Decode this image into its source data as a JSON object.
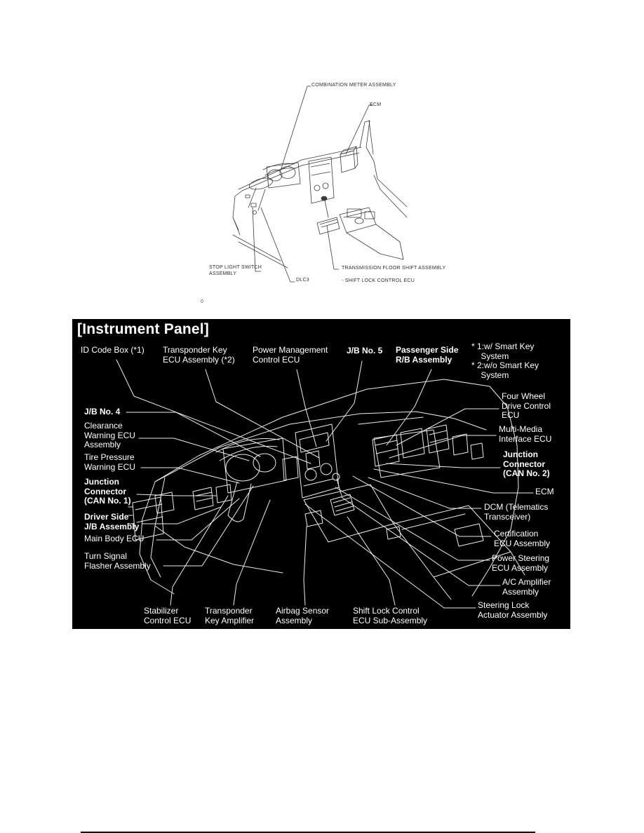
{
  "colors": {
    "page_bg": "#ffffff",
    "panel_bg": "#000000",
    "panel_text": "#ffffff",
    "top_line": "#3a3a3a",
    "panel_line": "#ededed"
  },
  "top_diagram": {
    "labels": {
      "combination_meter": "COMBINATION METER ASSEMBLY",
      "ecm": "ECM",
      "stop_light_switch": "STOP LIGHT SWITCH\nASSEMBLY",
      "dlc3": "DLC3",
      "transmission_floor_shift": "TRANSMISSION FLOOR SHIFT ASSEMBLY",
      "shift_lock_control": "- SHIFT LOCK CONTROL ECU"
    },
    "page_mark": "0"
  },
  "panel": {
    "title": "[Instrument Panel]",
    "labels": {
      "id_code_box": "ID Code Box (*1)",
      "transponder_key_ecu": "Transponder Key\nECU Assembly (*2)",
      "power_management": "Power Management\nControl ECU",
      "jb_no5": "J/B No. 5",
      "passenger_side_rb": "Passenger Side\nR/B Assembly",
      "note1": "* 1:w/ Smart Key\n    System",
      "note2": "* 2:w/o Smart Key\n    System",
      "jb_no4": "J/B No. 4",
      "clearance_warning": "Clearance\nWarning ECU\nAssembly",
      "tire_pressure": "Tire Pressure\nWarning ECU",
      "junction_can1": "Junction\nConnector\n(CAN No. 1)",
      "driver_side_jb": "Driver Side\nJ/B Assembly",
      "main_body_ecu": "Main Body ECU",
      "turn_signal_flasher": "Turn Signal\nFlasher Assembly",
      "four_wheel_drive": "Four Wheel\nDrive Control\nECU",
      "multi_media": "Multi-Media\nInterface ECU",
      "junction_can2": "Junction\nConnector\n(CAN No. 2)",
      "ecm": "ECM",
      "dcm": "DCM (Telematics\nTransceiver)",
      "certification_ecu": "Certification\nECU Assembly",
      "power_steering": "Power Steering\nECU Assembly",
      "ac_amplifier": "A/C Amplifier\nAssembly",
      "steering_lock": "Steering Lock\nActuator Assembly",
      "stabilizer_ecu": "Stabilizer\nControl ECU",
      "transponder_key_amp": "Transponder\nKey Amplifier",
      "airbag_sensor": "Airbag Sensor\nAssembly",
      "shift_lock_sub": "Shift Lock Control\nECU Sub-Assembly"
    }
  }
}
